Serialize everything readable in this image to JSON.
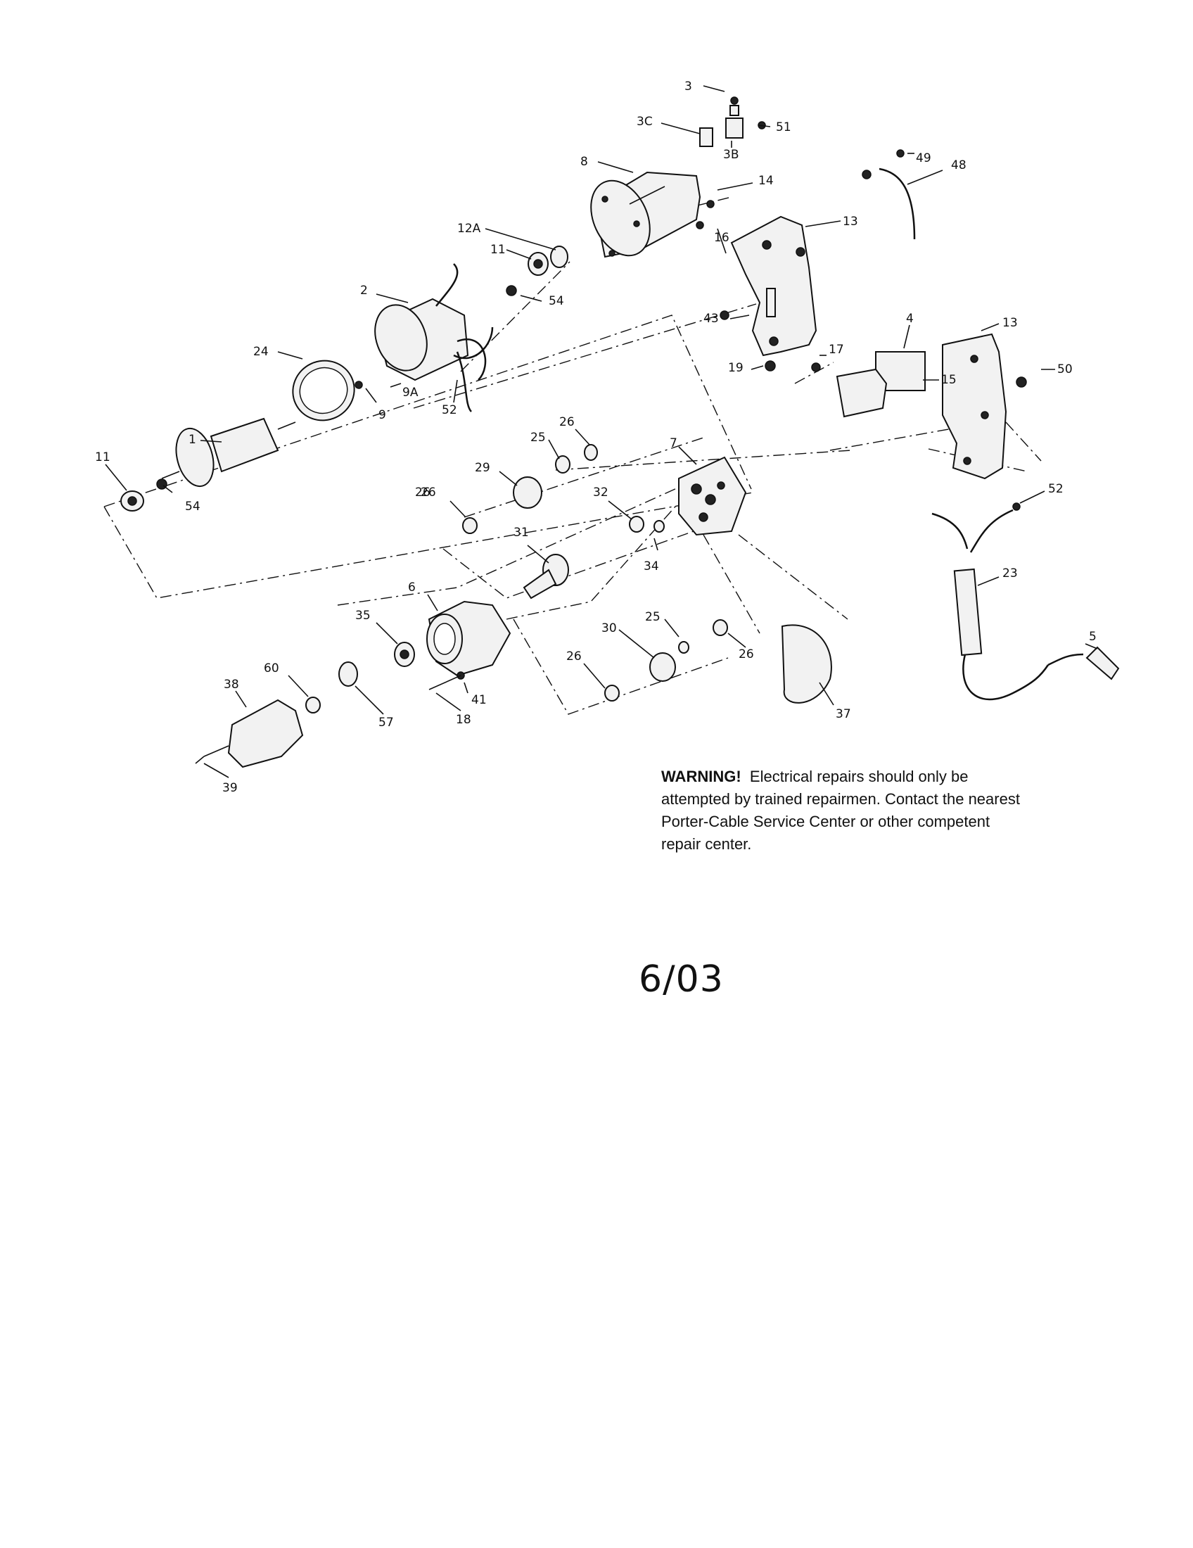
{
  "warning": {
    "heading": "WARNING!",
    "body": "Electrical repairs should only be attempted by trained repairmen. Contact the nearest Porter-Cable Service Center or other competent repair center."
  },
  "date_code": "6/03",
  "labels": {
    "p3": "3",
    "p3c": "3C",
    "p3b": "3B",
    "p51": "51",
    "p8": "8",
    "p14": "14",
    "p49": "49",
    "p48": "48",
    "p12a": "12A",
    "p11a": "11",
    "p13a": "13",
    "p16": "16",
    "p2": "2",
    "p54a": "54",
    "p43": "43",
    "p4": "4",
    "p13b": "13",
    "p24": "24",
    "p9a": "9A",
    "p9": "9",
    "p52a": "52",
    "p17": "17",
    "p19": "19",
    "p15": "15",
    "p50": "50",
    "p1": "1",
    "p11b": "11",
    "p54b": "54",
    "p26a": "26",
    "p25a": "25",
    "p26b": "26",
    "p7": "7",
    "p29": "29",
    "p26c": "26",
    "p32": "32",
    "p52b": "52",
    "p31": "31",
    "p34": "34",
    "p23": "23",
    "p6": "6",
    "p35": "35",
    "p30": "30",
    "p25b": "25",
    "p26d": "26",
    "p26e": "26",
    "p5": "5",
    "p38": "38",
    "p60": "60",
    "p57": "57",
    "p41": "41",
    "p18": "18",
    "p37": "37",
    "p39": "39"
  }
}
